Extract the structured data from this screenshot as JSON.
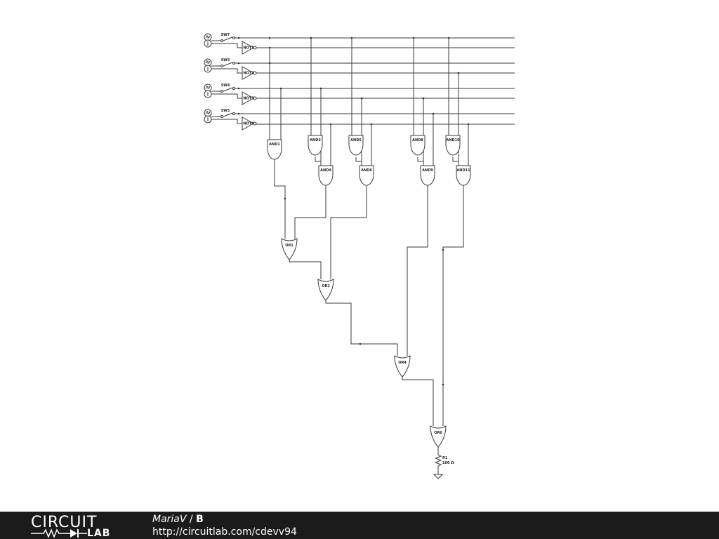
{
  "circuit": {
    "switches": [
      "SW7",
      "SW3",
      "SW4",
      "SW5"
    ],
    "inverters": [
      "NOT1",
      "NOT2",
      "NOT3",
      "NOT4"
    ],
    "and_gates": [
      "AND1",
      "AND3",
      "AND5",
      "AND8",
      "AND10",
      "AND4",
      "AND6",
      "AND9",
      "AND11"
    ],
    "or_gates": [
      "OR1",
      "OR2",
      "OR4",
      "OR6"
    ],
    "resistor": {
      "name": "R1",
      "value": "100 Ω"
    }
  },
  "footer": {
    "logo_top": "CIRCUIT",
    "logo_bottom": "LAB",
    "author": "MariaV",
    "separator": " / ",
    "title": "B",
    "url": "http://circuitlab.com/cdevv94"
  }
}
